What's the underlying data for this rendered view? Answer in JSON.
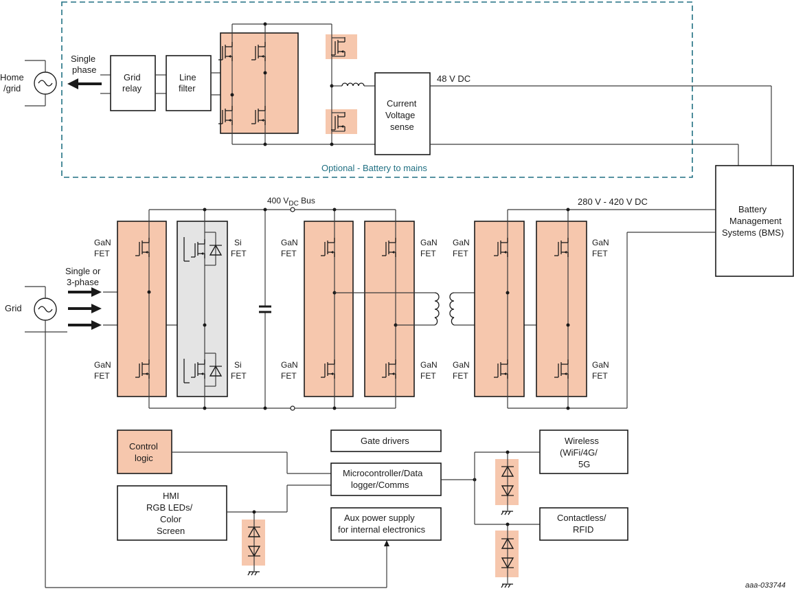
{
  "colors": {
    "accent_fill": "#f6c7ad",
    "si_fill": "#e4e4e4",
    "optional_border": "#1f6f82"
  },
  "top": {
    "home_grid_line1": "Home",
    "home_grid_line2": "/grid",
    "single_phase_line1": "Single",
    "single_phase_line2": "phase",
    "grid_relay_line1": "Grid",
    "grid_relay_line2": "relay",
    "line_filter_line1": "Line",
    "line_filter_line2": "filter",
    "sense_line1": "Current",
    "sense_line2": "Voltage",
    "sense_line3": "sense",
    "dc48": "48 V DC",
    "optional_label": "Optional - Battery to mains"
  },
  "bms": {
    "line1": "Battery",
    "line2": "Management",
    "line3": "Systems (BMS)"
  },
  "power": {
    "bus_label_prefix": "400 V",
    "bus_label_sub": "DC",
    "bus_label_suffix": " Bus",
    "dc_range": "280 V - 420 V DC",
    "grid": "Grid",
    "input_line1": "Single or",
    "input_line2": "3-phase",
    "gan": "GaN",
    "fet": "FET",
    "si": "Si"
  },
  "control": {
    "control_logic_line1": "Control",
    "control_logic_line2": "logic",
    "hmi_line1": "HMI",
    "hmi_line2": "RGB LEDs/",
    "hmi_line3": "Color",
    "hmi_line4": "Screen",
    "gate_drivers": "Gate drivers",
    "mcu_line1": "Microcontroller/Data",
    "mcu_line2": "logger/Comms",
    "aux_line1": "Aux power supply",
    "aux_line2": "for internal electronics",
    "wireless_line1": "Wireless",
    "wireless_line2": "(WiFi/4G/",
    "wireless_line3": "5G",
    "contactless_line1": "Contactless/",
    "contactless_line2": "RFID"
  },
  "footer": {
    "id": "aaa-033744"
  }
}
